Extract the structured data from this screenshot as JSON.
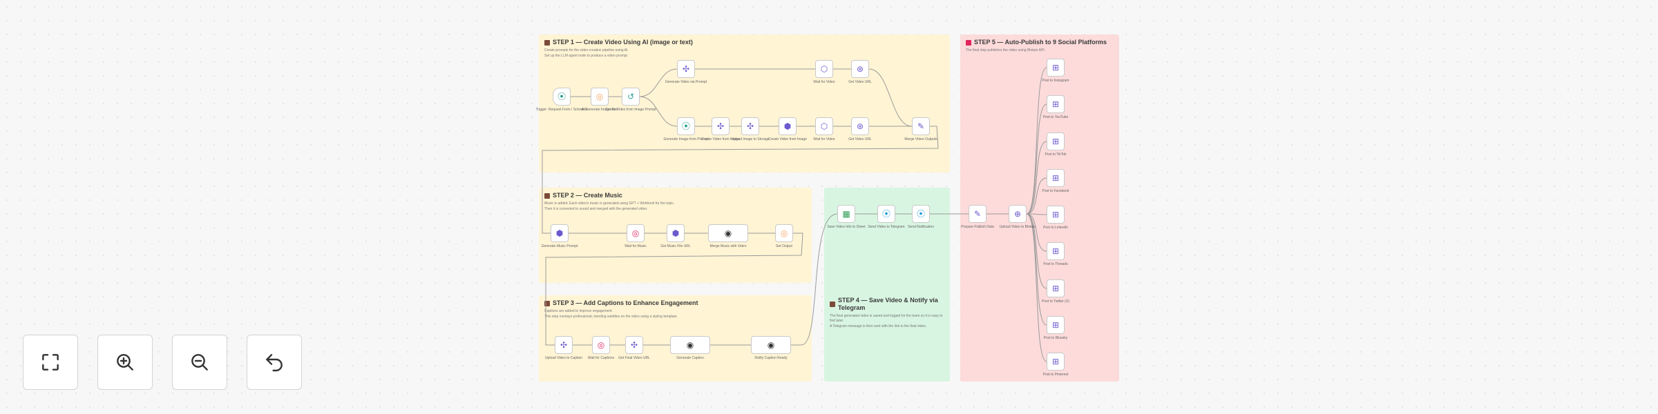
{
  "sections": [
    {
      "id": "step1",
      "color": "yellow",
      "title": "STEP 1 — Create Video Using AI (image or text)",
      "accent": "#7b4a3a",
      "note1": "Create prompts for the video creation pipeline using AI.",
      "note2": "Set up the LLM agent node to produce a video prompt."
    },
    {
      "id": "step2",
      "color": "yellow",
      "title": "STEP 2 — Create Music",
      "accent": "#7b4a3a",
      "note1": "Music is added. Each video's music is generated using GPT + Webhook for the topic.",
      "note2": "Then it is converted to sound and merged with the generated video."
    },
    {
      "id": "step3",
      "color": "yellow",
      "title": "STEP 3 — Add Captions to Enhance Engagement",
      "accent": "#7b4a3a",
      "note1": "Captions are added to improve engagement.",
      "note2": "This step overlays professional, trending subtitles on the video using a styling template."
    },
    {
      "id": "step4",
      "color": "green",
      "title": "STEP 4 — Save Video & Notify via Telegram",
      "accent": "#7b4a3a",
      "note1": "The final generated video is saved and logged for the team so it is easy to find later.",
      "note2": "A Telegram message is then sent with the link to the final video."
    },
    {
      "id": "step5",
      "color": "pink",
      "title": "STEP 5 — Auto-Publish to 9 Social Platforms",
      "accent": "#e0245e",
      "note1": "The final step publishes the video using Blotato API.",
      "note2": ""
    }
  ],
  "nodes": {
    "s1": [
      {
        "id": "n1",
        "icon": "⦿",
        "color": "#2a9d8f",
        "label": "Trigger: Request Form / Schedule"
      },
      {
        "id": "n2",
        "icon": "◎",
        "color": "#f4a261",
        "label": "AI Generate Image Text"
      },
      {
        "id": "n3",
        "icon": "↺",
        "color": "#2a9d8f",
        "label": "Create Video from Image Prompt"
      },
      {
        "id": "n4",
        "icon": "✣",
        "color": "#6a5acd",
        "label": "Generate Video via Prompt"
      },
      {
        "id": "n5",
        "icon": "⬡",
        "color": "#6a5acd",
        "label": "Wait for Video"
      },
      {
        "id": "n6",
        "icon": "⊛",
        "color": "#6a5acd",
        "label": "Get Video URL"
      },
      {
        "id": "n7",
        "icon": "⦿",
        "color": "#2a9d8f",
        "label": "Generate Image from Prompt"
      },
      {
        "id": "n8",
        "icon": "✣",
        "color": "#6a5acd",
        "label": "Create Video from Image"
      },
      {
        "id": "n9",
        "icon": "✣",
        "color": "#6a5acd",
        "label": "Upload Image to Storage"
      },
      {
        "id": "n10",
        "icon": "⬢",
        "color": "#6a5acd",
        "label": "Create Video from Image"
      },
      {
        "id": "n11",
        "icon": "⬡",
        "color": "#6a5acd",
        "label": "Wait for Video"
      },
      {
        "id": "n12",
        "icon": "⊛",
        "color": "#6a5acd",
        "label": "Get Video URL"
      },
      {
        "id": "n13",
        "icon": "✎",
        "color": "#6a5acd",
        "label": "Merge Video Outputs"
      }
    ],
    "s2": [
      {
        "id": "m1",
        "icon": "⬢",
        "color": "#6a5acd",
        "label": "Generate Music Prompt"
      },
      {
        "id": "m2",
        "icon": "◎",
        "color": "#e0245e",
        "label": "Wait for Music"
      },
      {
        "id": "m3",
        "icon": "⬢",
        "color": "#6a5acd",
        "label": "Get Music File URL"
      },
      {
        "id": "m4",
        "icon": "◉",
        "color": "#333",
        "label": "Merge Music with Video",
        "wide": true
      },
      {
        "id": "m5",
        "icon": "◎",
        "color": "#f4a261",
        "label": "Set Output"
      }
    ],
    "s3": [
      {
        "id": "c1",
        "icon": "✣",
        "color": "#6a5acd",
        "label": "Upload Video to Caption"
      },
      {
        "id": "c2",
        "icon": "◎",
        "color": "#e0245e",
        "label": "Wait for Captions"
      },
      {
        "id": "c3",
        "icon": "✣",
        "color": "#6a5acd",
        "label": "Get Final Video URL"
      },
      {
        "id": "c4",
        "icon": "◉",
        "color": "#333",
        "label": "Generate Caption",
        "wide": true
      },
      {
        "id": "c5",
        "icon": "◉",
        "color": "#333",
        "label": "Notify Caption Ready",
        "wide": true
      }
    ],
    "s4": [
      {
        "id": "t1",
        "icon": "▦",
        "color": "#2e9c55",
        "label": "Save Video Info to Sheet"
      },
      {
        "id": "t2",
        "icon": "⦿",
        "color": "#2a9dd8",
        "label": "Send Video to Telegram"
      },
      {
        "id": "t3",
        "icon": "⦿",
        "color": "#2a9dd8",
        "label": "Send Notification"
      }
    ],
    "s5": [
      {
        "id": "p0",
        "icon": "✎",
        "color": "#6a5acd",
        "label": "Prepare Publish Data"
      },
      {
        "id": "p1",
        "icon": "⊕",
        "color": "#6a5acd",
        "label": "Upload Video to Blotato"
      },
      {
        "id": "q1",
        "icon": "⊞",
        "color": "#6a5acd",
        "label": "Post to Instagram"
      },
      {
        "id": "q2",
        "icon": "⊞",
        "color": "#6a5acd",
        "label": "Post to YouTube"
      },
      {
        "id": "q3",
        "icon": "⊞",
        "color": "#6a5acd",
        "label": "Post to TikTok"
      },
      {
        "id": "q4",
        "icon": "⊞",
        "color": "#6a5acd",
        "label": "Post to Facebook"
      },
      {
        "id": "q5",
        "icon": "⊞",
        "color": "#6a5acd",
        "label": "Post to LinkedIn"
      },
      {
        "id": "q6",
        "icon": "⊞",
        "color": "#6a5acd",
        "label": "Post to Threads"
      },
      {
        "id": "q7",
        "icon": "⊞",
        "color": "#6a5acd",
        "label": "Post to Twitter (X)"
      },
      {
        "id": "q8",
        "icon": "⊞",
        "color": "#6a5acd",
        "label": "Post to Bluesky"
      },
      {
        "id": "q9",
        "icon": "⊞",
        "color": "#6a5acd",
        "label": "Post to Pinterest"
      }
    ]
  },
  "controls": [
    {
      "id": "fit",
      "name": "fit-view-button",
      "icon": "fit-view-icon"
    },
    {
      "id": "zin",
      "name": "zoom-in-button",
      "icon": "zoom-in-icon"
    },
    {
      "id": "zout",
      "name": "zoom-out-button",
      "icon": "zoom-out-icon"
    },
    {
      "id": "undo",
      "name": "reset-zoom-button",
      "icon": "undo-icon"
    }
  ]
}
